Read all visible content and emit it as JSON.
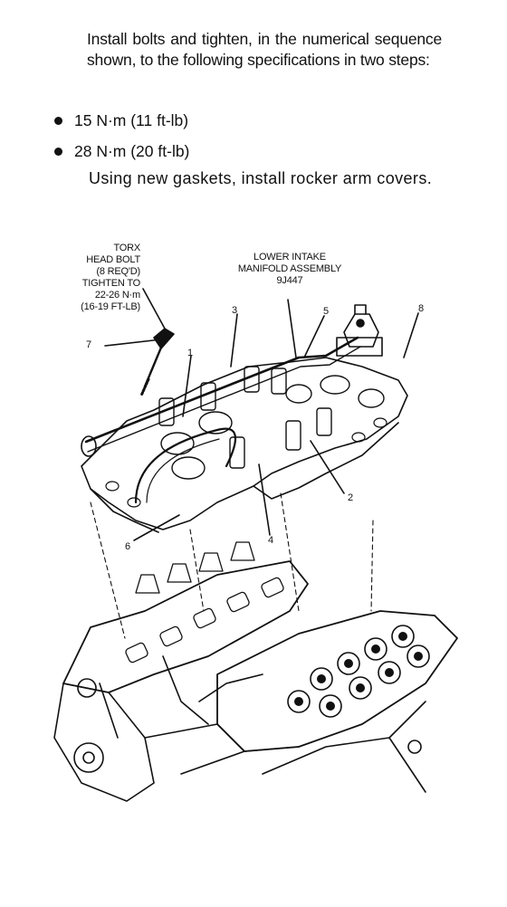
{
  "instructions": {
    "paragraph1": "Install bolts and tighten, in the numerical sequence shown, to the following specifications in two steps:",
    "steps": [
      "15 N·m (11 ft-lb)",
      "28 N·m (20 ft-lb)"
    ],
    "paragraph2": "Using new gaskets, install rocker arm covers."
  },
  "diagram": {
    "torx_label": [
      "TORX",
      "HEAD BOLT",
      "(8 REQ'D)",
      "TIGHTEN TO",
      "22-26 N·m",
      "(16-19 FT-LB)"
    ],
    "manifold_label": [
      "LOWER INTAKE",
      "MANIFOLD ASSEMBLY",
      "9J447"
    ],
    "callouts": [
      "1",
      "2",
      "3",
      "4",
      "5",
      "6",
      "7",
      "8"
    ]
  }
}
